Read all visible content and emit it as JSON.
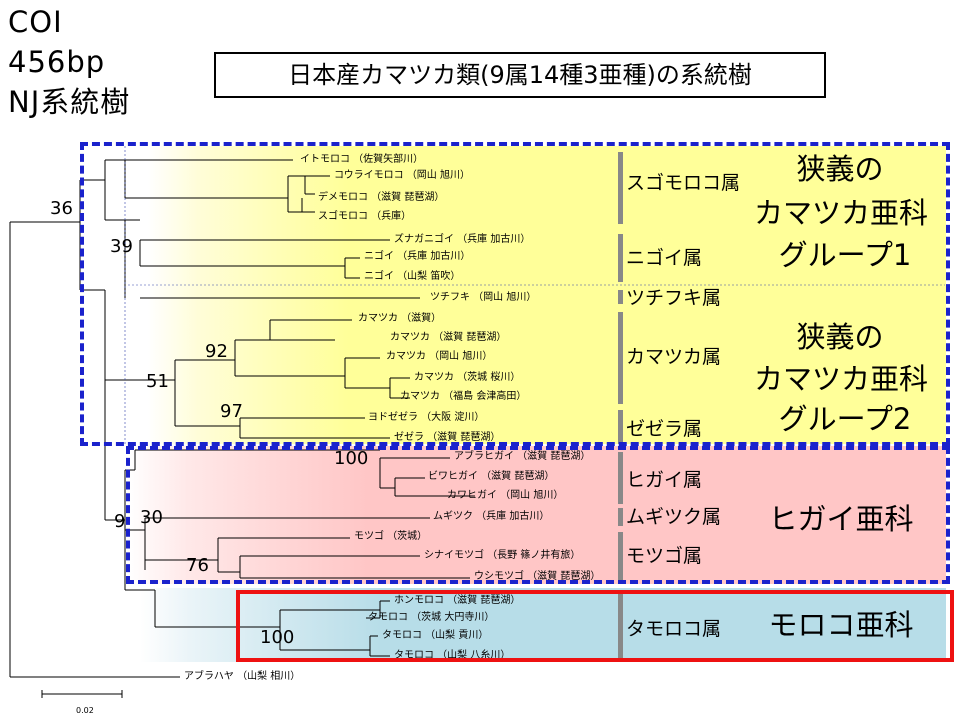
{
  "header": {
    "line1": "COI",
    "line2": "456bp",
    "line3": "NJ系統樹"
  },
  "title": "日本産カマツカ類(9属14種3亜種)の系統樹",
  "taxa": [
    "イトモロコ （佐賀矢部川）",
    "コウライモロコ （岡山 旭川）",
    "デメモロコ （滋賀 琵琶湖）",
    "スゴモロコ （兵庫）",
    "ズナガニゴイ （兵庫 加古川）",
    "ニゴイ （兵庫 加古川）",
    "ニゴイ （山梨 笛吹）",
    "ツチフキ （岡山 旭川）",
    "カマツカ （滋賀）",
    "カマツカ （滋賀 琵琶湖）",
    "カマツカ （岡山 旭川）",
    "カマツカ （茨城 桜川）",
    "カマツカ （福島 会津高田）",
    "ヨドゼゼラ （大阪 淀川）",
    "ゼゼラ （滋賀 琵琶湖）",
    "アブラヒガイ （滋賀 琵琶湖）",
    "ビワヒガイ （滋賀 琵琶湖）",
    "カワヒガイ （岡山 旭川）",
    "ムギツク （兵庫 加古川）",
    "モツゴ （茨城）",
    "シナイモツゴ （長野 篠ノ井有旅）",
    "ウシモツゴ （滋賀 琵琶湖）",
    "ホンモロコ （滋賀 琵琶湖）",
    "タモロコ （茨城 大円寺川）",
    "タモロコ （山梨 貢川）",
    "タモロコ （山梨 八糸川）",
    "アブラハヤ （山梨 相川）"
  ],
  "bootstrap": [
    "36",
    "39",
    "92",
    "51",
    "97",
    "100",
    "9",
    "30",
    "76",
    "100"
  ],
  "genera": [
    "スゴモロコ属",
    "ニゴイ属",
    "ツチフキ属",
    "カマツカ属",
    "ゼゼラ属",
    "ヒガイ属",
    "ムギツク属",
    "モツゴ属",
    "タモロコ属"
  ],
  "subfamilies": {
    "g1": {
      "line1": "狭義の",
      "line2": "カマツカ亜科",
      "line3": "グループ1"
    },
    "g2": {
      "line1": "狭義の",
      "line2": "カマツカ亜科",
      "line3": "グループ2"
    },
    "higai": "ヒガイ亜科",
    "moroko": "モロコ亜科"
  },
  "scale_bar": "0.02",
  "colors": {
    "frame_dashed": "#1a22cc",
    "frame_red": "#ee1111",
    "yellow": "#ffff99",
    "pink": "#ffc6c6",
    "blue": "#b7dde8",
    "genus_bar": "#888888"
  }
}
